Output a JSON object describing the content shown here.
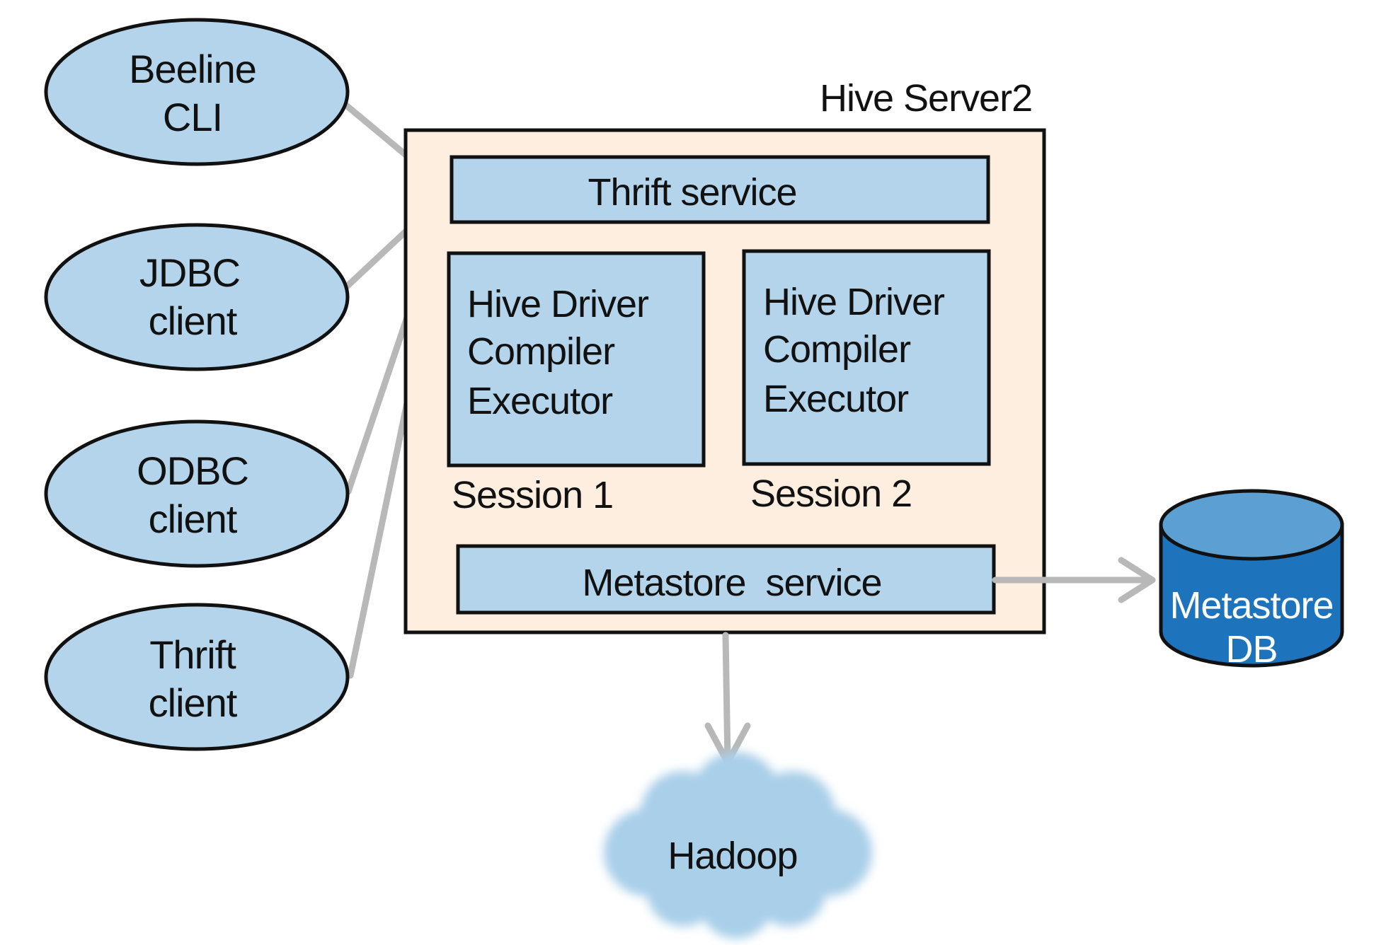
{
  "clients": [
    {
      "line1": "Beeline",
      "line2": "CLI"
    },
    {
      "line1": "JDBC",
      "line2": "client"
    },
    {
      "line1": "ODBC",
      "line2": "client"
    },
    {
      "line1": "Thrift",
      "line2": "client"
    }
  ],
  "server": {
    "title": "Hive Server2",
    "thrift_service": "Thrift service",
    "sessions": [
      {
        "lines": [
          "Hive Driver",
          "Compiler",
          "Executor"
        ],
        "label": "Session 1"
      },
      {
        "lines": [
          "Hive Driver",
          "Compiler",
          "Executor"
        ],
        "label": "Session 2"
      }
    ],
    "metastore_service": "Metastore  service"
  },
  "metastore_db": {
    "line1": "Metastore",
    "line2": "DB"
  },
  "hadoop": {
    "label": "Hadoop"
  },
  "colors": {
    "node_fill": "#b3d4ea",
    "server_fill": "#fdeee0",
    "arrow": "#b8b8b8",
    "db_fill": "#1d74bd",
    "db_top": "#5b9fd3",
    "cloud": "#a9cfe9",
    "stroke": "#111111"
  }
}
